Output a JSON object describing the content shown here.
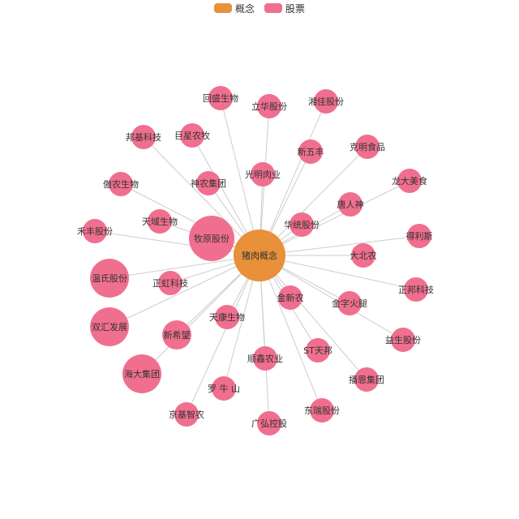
{
  "legend": [
    {
      "label": "概念",
      "color": "#e8903a"
    },
    {
      "label": "股票",
      "color": "#f06f8f"
    }
  ],
  "colors": {
    "edge": "#cccccc",
    "concept": "#e8903a",
    "stock": "#f06f8f"
  },
  "center": {
    "name": "猪肉概念",
    "category": "概念"
  },
  "nodes": [
    {
      "name": "回盛生物"
    },
    {
      "name": "立华股份"
    },
    {
      "name": "湘佳股份"
    },
    {
      "name": "邦基科技"
    },
    {
      "name": "巨星农牧"
    },
    {
      "name": "新五丰"
    },
    {
      "name": "克明食品"
    },
    {
      "name": "光明肉业"
    },
    {
      "name": "傲农生物"
    },
    {
      "name": "神农集团"
    },
    {
      "name": "龙大美食"
    },
    {
      "name": "唐人神"
    },
    {
      "name": "天域生物"
    },
    {
      "name": "禾丰股份"
    },
    {
      "name": "牧原股份"
    },
    {
      "name": "华统股份"
    },
    {
      "name": "得利斯"
    },
    {
      "name": "大北农"
    },
    {
      "name": "温氏股份"
    },
    {
      "name": "正虹科技"
    },
    {
      "name": "金新农"
    },
    {
      "name": "正邦科技"
    },
    {
      "name": "金字火腿"
    },
    {
      "name": "天康生物"
    },
    {
      "name": "双汇发展"
    },
    {
      "name": "新希望"
    },
    {
      "name": "益生股份"
    },
    {
      "name": "ST天邦"
    },
    {
      "name": "顺鑫农业"
    },
    {
      "name": "海大集团"
    },
    {
      "name": "播恩集团"
    },
    {
      "name": "罗 牛 山"
    },
    {
      "name": "东瑞股份"
    },
    {
      "name": "京基智农"
    },
    {
      "name": "广弘控股"
    }
  ]
}
